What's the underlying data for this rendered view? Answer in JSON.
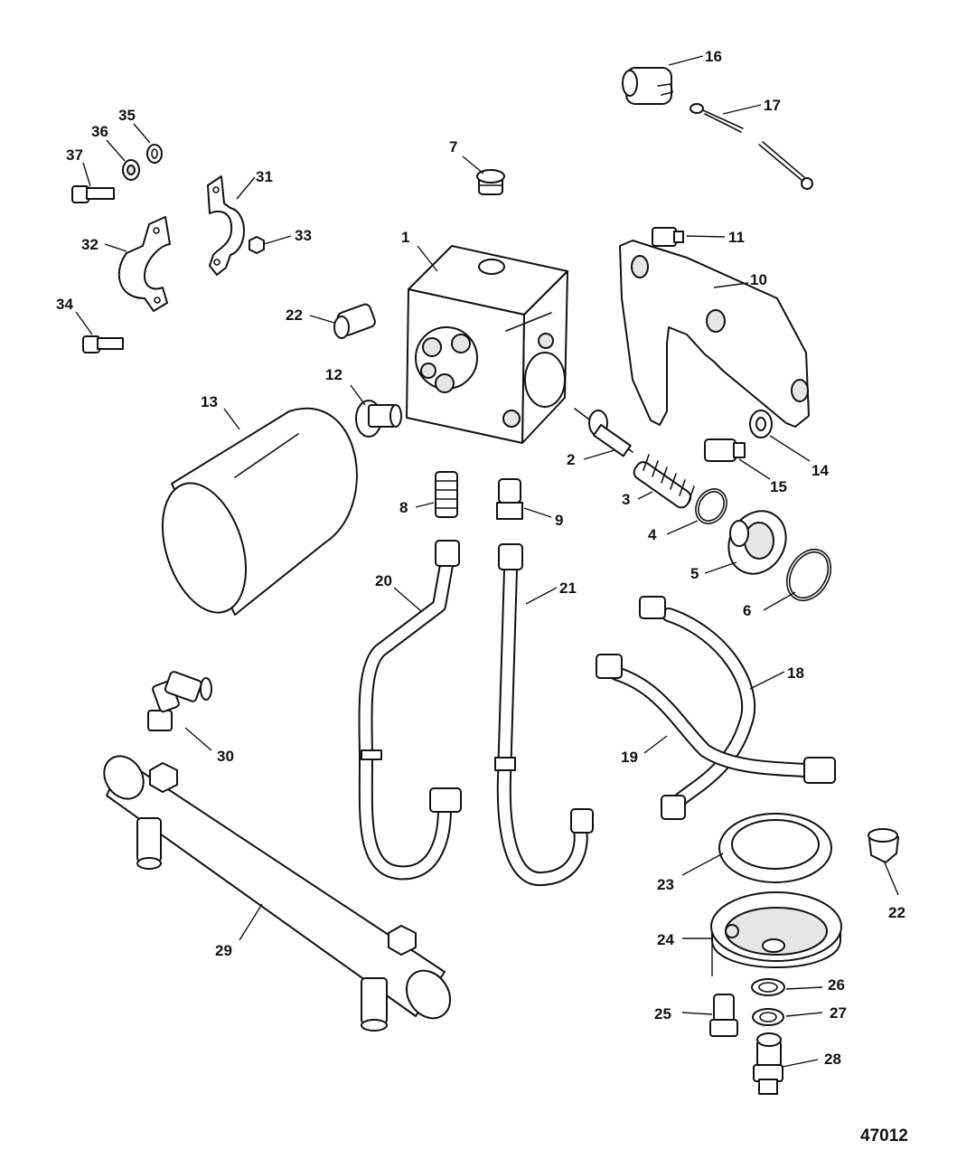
{
  "figure_number": "47012",
  "callouts": {
    "c1": "1",
    "c2": "2",
    "c3": "3",
    "c4": "4",
    "c5": "5",
    "c6": "6",
    "c7": "7",
    "c8": "8",
    "c9": "9",
    "c10": "10",
    "c11": "11",
    "c12": "12",
    "c13": "13",
    "c14": "14",
    "c15": "15",
    "c16": "16",
    "c17": "17",
    "c18": "18",
    "c19": "19",
    "c20": "20",
    "c21": "21",
    "c22a": "22",
    "c22b": "22",
    "c23": "23",
    "c24": "24",
    "c25": "25",
    "c26": "26",
    "c27": "27",
    "c28": "28",
    "c29": "29",
    "c30": "30",
    "c31": "31",
    "c32": "32",
    "c33": "33",
    "c34": "34",
    "c35": "35",
    "c36": "36",
    "c37": "37"
  }
}
